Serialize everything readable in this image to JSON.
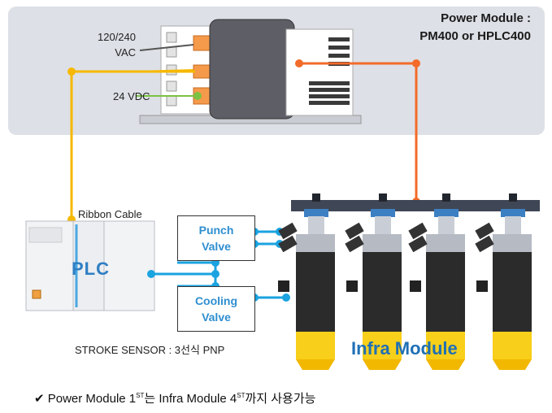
{
  "power_module": {
    "title_line1": "Power  Module :",
    "title_line2": "PM400  or HPLC400",
    "vac_line1": "120/240",
    "vac_line2": "VAC",
    "vdc_label": "24 VDC"
  },
  "ribbon_cable_label": "Ribbon Cable",
  "plc_label": "PLC",
  "punch_valve": {
    "line1": "Punch",
    "line2": "Valve"
  },
  "cooling_valve": {
    "line1": "Cooling",
    "line2": "Valve"
  },
  "stroke_sensor_label": "STROKE SENSOR : 3선식 PNP",
  "infra_module_label": "Infra Module",
  "footer": {
    "check_icon": "check-icon",
    "part1": "Power Module 1",
    "sup1": "ST",
    "part2": "는 Infra Module 4",
    "sup2": "ST",
    "part3": "까지 사용가능"
  },
  "colors": {
    "orange": "#f26b2a",
    "yellow": "#f6b800",
    "blue": "#1aa3e0",
    "green": "#7cc242",
    "dark_bar": "#3f4655"
  }
}
